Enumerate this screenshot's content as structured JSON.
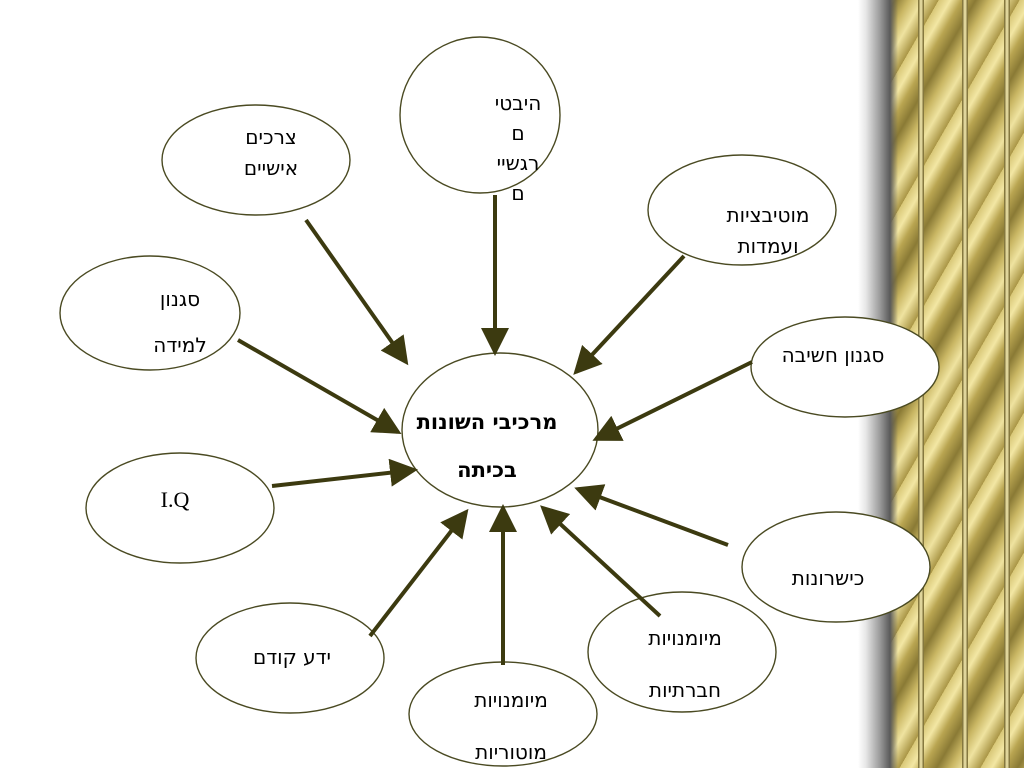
{
  "diagram": {
    "center": {
      "text": "מרכיבי השונות\nבכיתה"
    },
    "nodes": [
      {
        "id": "emotional",
        "text": "היבטי\nם\nרגשיי\nם"
      },
      {
        "id": "personal-needs",
        "text": "צרכים\nאישיים"
      },
      {
        "id": "motivations",
        "text": "מוטיבציות\nועמדות"
      },
      {
        "id": "learning-style",
        "text": "סגנון\nלמידה"
      },
      {
        "id": "thinking-style",
        "text": "סגנון חשיבה"
      },
      {
        "id": "iq",
        "text": "I.Q"
      },
      {
        "id": "abilities",
        "text": "כישרונות"
      },
      {
        "id": "prior-knowledge",
        "text": "ידע קודם"
      },
      {
        "id": "motor-skills",
        "text": "מיומנויות\nמוטוריות"
      },
      {
        "id": "social-skills",
        "text": "מיומנויות\nחברתיות"
      }
    ]
  },
  "colors": {
    "arrow": "#3c3a10",
    "outline": "#4a4a22",
    "border_gold": "#c9b663"
  }
}
